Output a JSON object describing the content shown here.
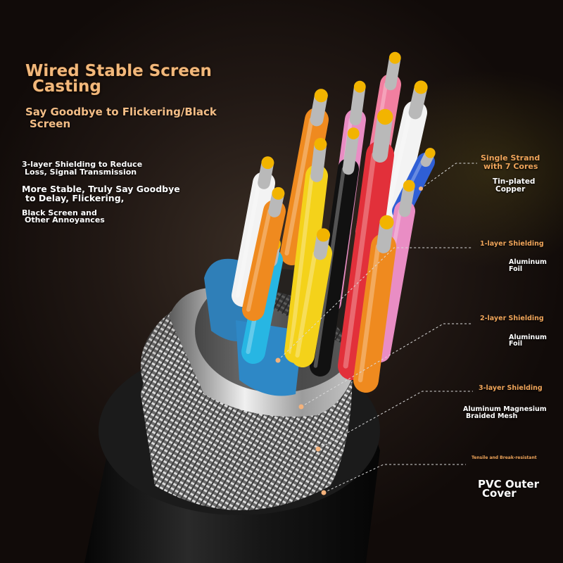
{
  "headline": {
    "line1": "Wired Stable Screen",
    "line2": "Casting"
  },
  "subhead": {
    "line1": "Say Goodbye to Flickering/Black",
    "line2": "Screen"
  },
  "features": [
    {
      "line1": "3-layer Shielding to Reduce",
      "line2": "Loss, Signal Transmission"
    },
    {
      "line1": "More Stable, Truly Say Goodbye",
      "line2": "to Delay, Flickering,"
    },
    {
      "line1": "Black Screen and",
      "line2": "Other Annoyances"
    }
  ],
  "callouts": {
    "strand": {
      "line1": "Single Strand",
      "line2": "with 7 Cores",
      "sub1": "Tin-plated",
      "sub2": "Copper"
    },
    "layer1": {
      "title": "1-layer Shielding",
      "sub1": "Aluminum",
      "sub2": "Foil"
    },
    "layer2": {
      "title": "2-layer Shielding",
      "sub1": "Aluminum",
      "sub2": "Foil"
    },
    "layer3": {
      "title": "3-layer Shielding",
      "sub1": "Aluminum Magnesium",
      "sub2": "Braided Mesh"
    },
    "outer": {
      "small": "Tensile and Break-resistant",
      "line1": "PVC Outer",
      "line2": "Cover"
    }
  },
  "colors": {
    "headline": "#f2b87b",
    "label_orange": "#f0a55a",
    "callout_line": "#d9d9d9",
    "jacket": "#151515"
  },
  "wires": [
    {
      "color": "#e98dc4",
      "label": ""
    },
    {
      "color": "#f3f3f3",
      "label": ""
    },
    {
      "color": "#f17fa0",
      "label": ""
    },
    {
      "color": "#ef8a1f",
      "label": ""
    },
    {
      "color": "#2f5fd6",
      "label": ""
    },
    {
      "color": "#e2303a",
      "label": ""
    },
    {
      "color": "#f4d21a",
      "label": ""
    },
    {
      "color": "#111111",
      "label": ""
    },
    {
      "color": "#27b6e3",
      "label": ""
    }
  ]
}
